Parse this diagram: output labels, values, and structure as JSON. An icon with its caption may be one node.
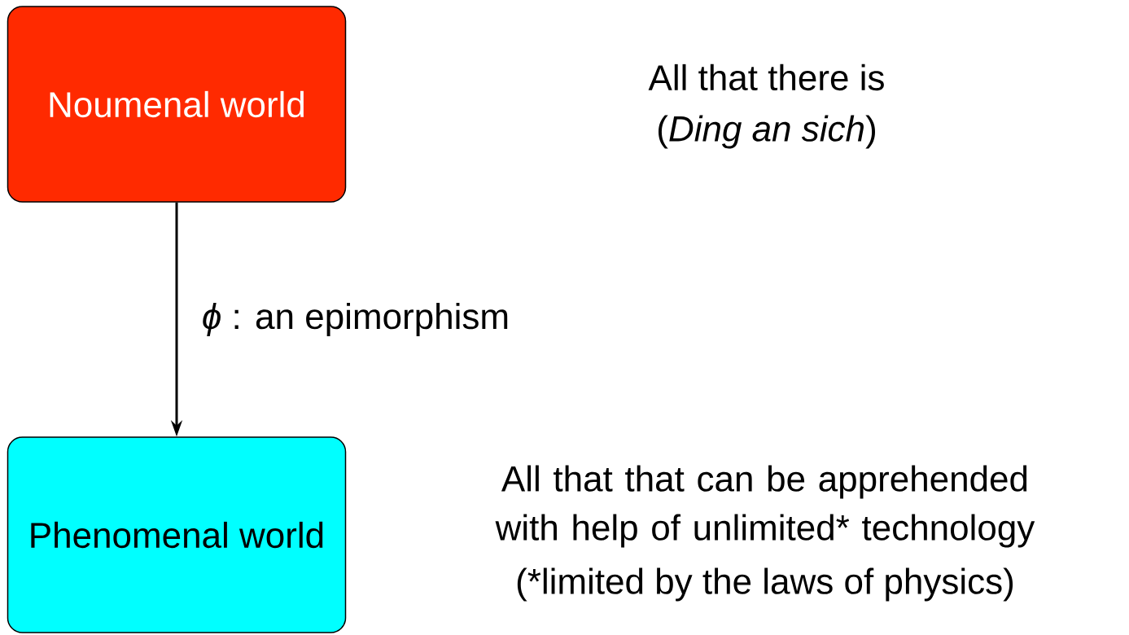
{
  "diagram": {
    "nodes": [
      {
        "text": [
          "Noumenal world"
        ],
        "beside": [
          "All that there is",
          "(*Ding an sich*)"
        ]
      },
      {
        "text": [
          "Phenomenal world"
        ],
        "beside": [
          "All that that can be apprehended with help of unlimited* technology",
          "(*limited by the laws of physics)"
        ]
      }
    ],
    "edges": [
      {
        "from": 0,
        "to": 1,
        "arrow": "to",
        "label": "*ϕ* : an epimorphism"
      }
    ]
  }
}
